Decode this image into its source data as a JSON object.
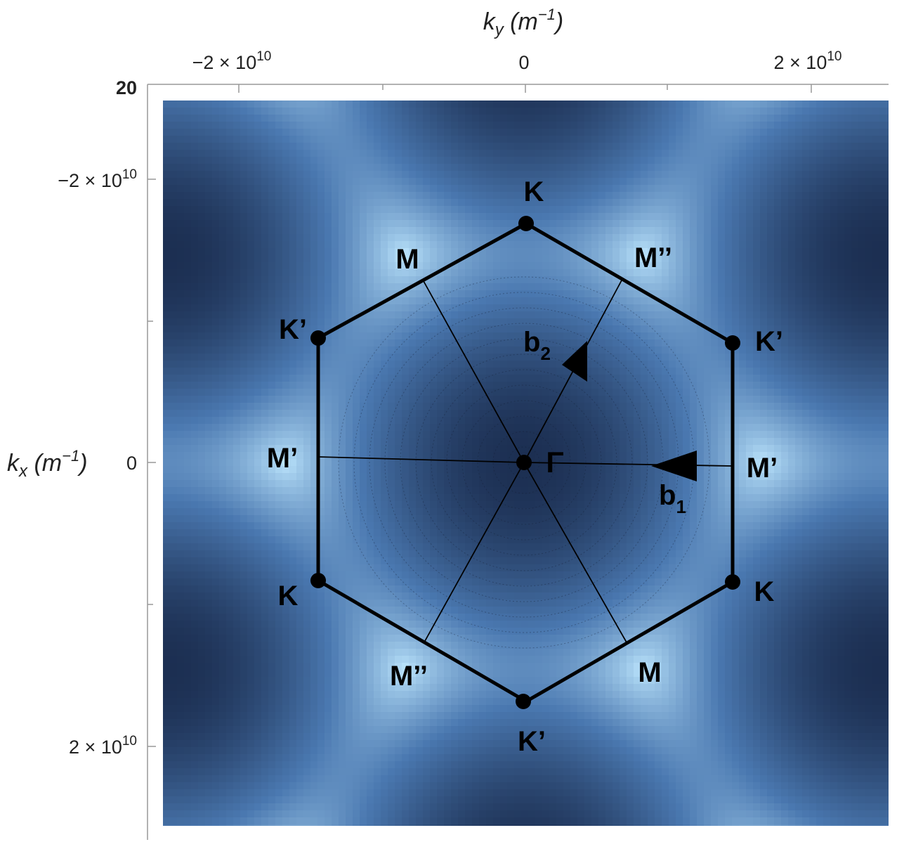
{
  "axes": {
    "top_label": {
      "main": "k",
      "sub": "y",
      "unit": " (m",
      "sup": "−1",
      "close": ")"
    },
    "left_label": {
      "main": "k",
      "sub": "x",
      "unit": " (m",
      "sup": "−1",
      "close": ")"
    },
    "top_ticks": [
      {
        "base": "−2 × 10",
        "exp": "10"
      },
      {
        "base": "0",
        "exp": ""
      },
      {
        "base": "2 × 10",
        "exp": "10"
      }
    ],
    "left_ticks": [
      {
        "base": "20",
        "exp": ""
      },
      {
        "base": "−2 × 10",
        "exp": "10"
      },
      {
        "base": "0",
        "exp": ""
      },
      {
        "base": "2 × 10",
        "exp": "10"
      }
    ]
  },
  "points": {
    "gamma": "Γ",
    "k_top": "K",
    "k_left_bottom": "K",
    "k_right_bottom": "K",
    "kprime_left_top": "K’",
    "kprime_right_top": "K’",
    "kprime_bottom": "K’",
    "m_upper_left": "M",
    "m_lower_right": "M",
    "mprime_left": "M’",
    "mprime_right": "M’",
    "mdouble_upper_right": "M’’",
    "mdouble_lower_left": "M’’"
  },
  "vectors": {
    "b1": {
      "main": "b",
      "sub": "1"
    },
    "b2": {
      "main": "b",
      "sub": "2"
    }
  },
  "colors": {
    "light": "#bfe8ff",
    "dark": "#1c2f52",
    "mid": "#4a78b0",
    "line": "#000000"
  }
}
